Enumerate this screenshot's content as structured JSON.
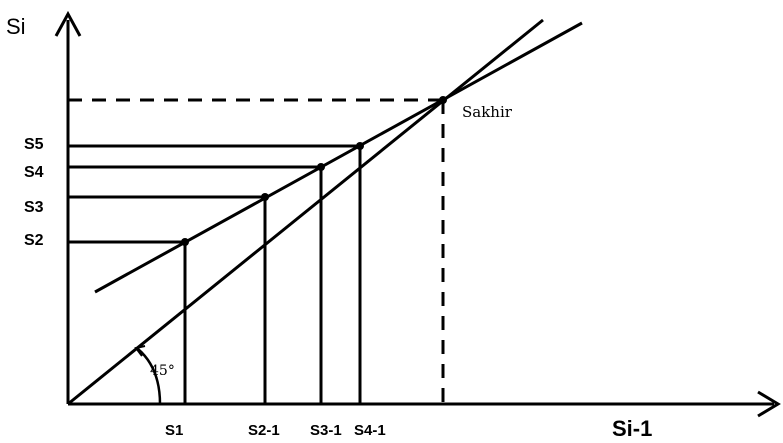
{
  "axes": {
    "y_label": "Si",
    "x_label": "Si-1"
  },
  "angle_label": "45°",
  "point_label": "Sakhir",
  "y_ticks": [
    "S5",
    "S4",
    "S3",
    "S2"
  ],
  "x_ticks": [
    "S1",
    "S2-1",
    "S3-1",
    "S4-1"
  ],
  "colors": {
    "ink": "#000000",
    "background": "#ffffff"
  }
}
